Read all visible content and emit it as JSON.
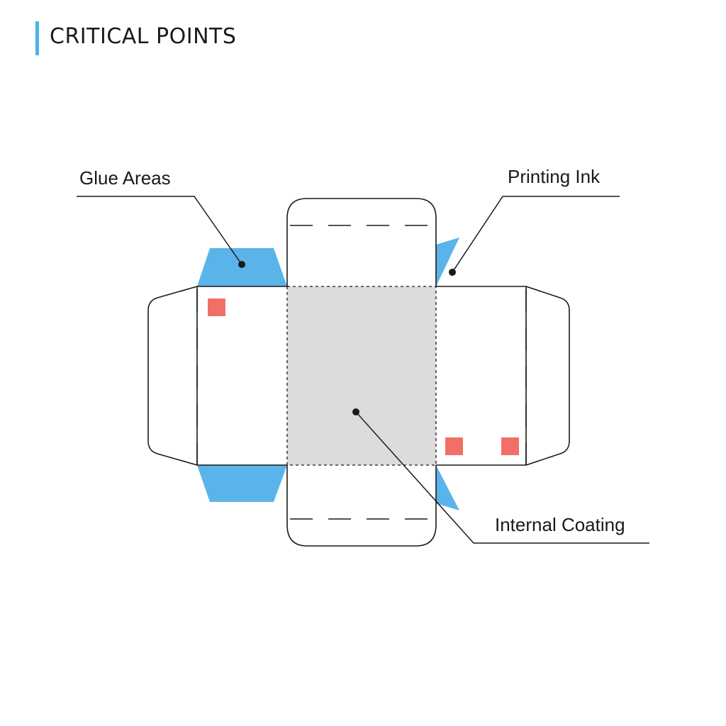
{
  "title": "CRITICAL POINTS",
  "colors": {
    "accent_bar": "#4db3e6",
    "glue": "#5ab4ea",
    "ink_marks": "#f07068",
    "coating": "#dcdcdc",
    "outline": "#1a1a1a"
  },
  "callouts": {
    "glue_areas": "Glue Areas",
    "printing_ink": "Printing Ink",
    "internal_coating": "Internal Coating"
  }
}
